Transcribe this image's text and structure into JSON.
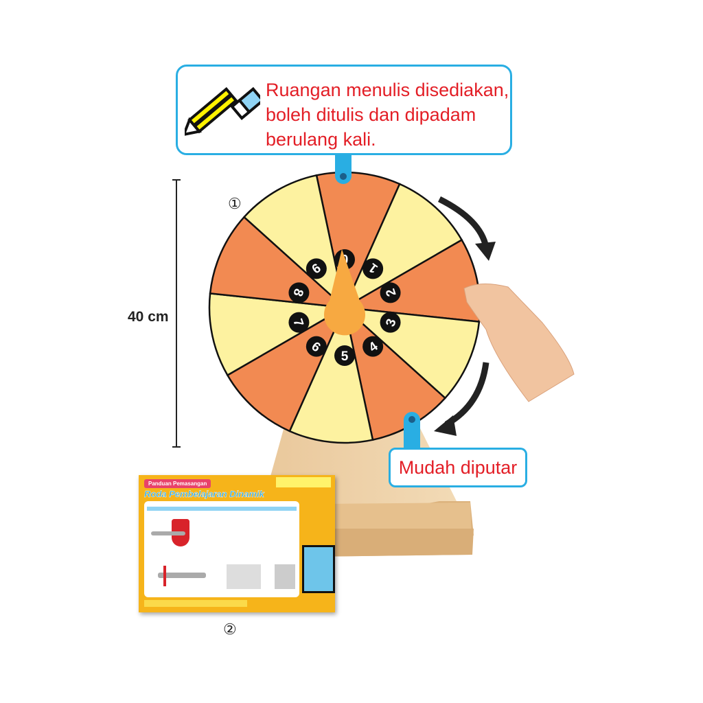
{
  "callout": {
    "text": "Ruangan menulis disediakan, boleh ditulis dan dipadam berulang kali.",
    "icon": "pencil-eraser-icon"
  },
  "wheel": {
    "numbers": [
      "0",
      "1",
      "2",
      "3",
      "4",
      "5",
      "6",
      "7",
      "8",
      "9"
    ],
    "colors": {
      "orange": "#f28a52",
      "yellow": "#fdf2a0",
      "pointer": "#f7a941"
    }
  },
  "dimension": {
    "label": "40 cm"
  },
  "markers": {
    "one": "①",
    "two": "②"
  },
  "spin_label": "Mudah diputar",
  "manual_card": {
    "tag": "Panduan Pemasangan",
    "title": "Roda Pembelajaran Dinamik"
  },
  "accent": "#29aee3",
  "text_red": "#e31e26"
}
